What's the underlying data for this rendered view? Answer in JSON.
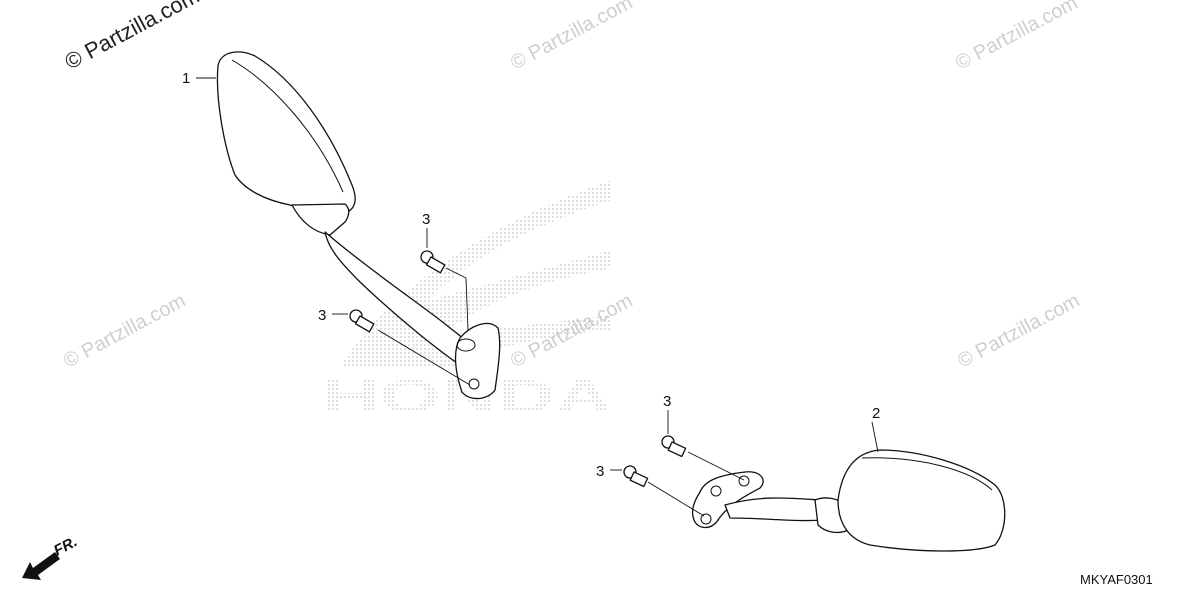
{
  "watermarks": {
    "main": "© Partzilla.com",
    "corner": "© Partzilla.com"
  },
  "brand": {
    "logo_text": "HONDA"
  },
  "callouts": {
    "mirror_left": "1",
    "mirror_right": "2",
    "bolt_a": "3",
    "bolt_b": "3",
    "bolt_c": "3",
    "bolt_d": "3"
  },
  "front_indicator": "FR.",
  "diagram_code": "MKYAF0301",
  "colors": {
    "line": "#111111",
    "watermark": "#cfcfcf",
    "logo_dots": "#bdbdbd"
  }
}
